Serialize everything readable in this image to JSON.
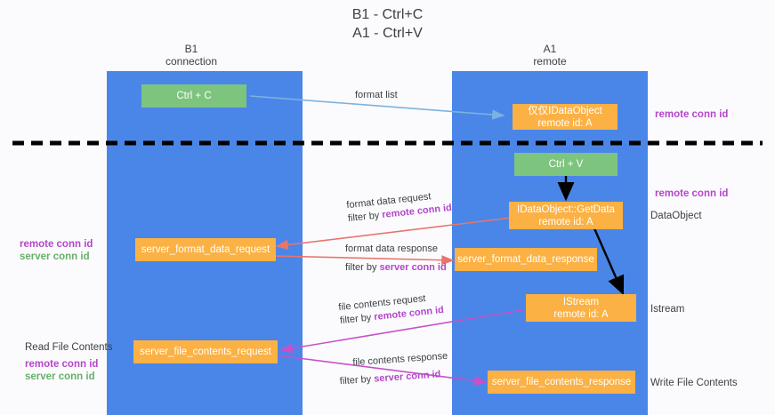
{
  "title": {
    "line1": "B1 - Ctrl+C",
    "line2": "A1 - Ctrl+V"
  },
  "lanes": [
    {
      "name": "B1",
      "sub": "connection"
    },
    {
      "name": "A1",
      "sub": "remote"
    }
  ],
  "colors": {
    "lane": "#4a86e8",
    "green_box": "#7dc47f",
    "orange_box": "#fbb144",
    "purple": "#b347c9",
    "green_text": "#66b06a",
    "arrow_blue": "#7bb3e0",
    "arrow_red": "#e8756b",
    "arrow_magenta": "#c850c8",
    "arrow_black": "#000000",
    "divider": "#000000",
    "background": "#fbfbfd"
  },
  "boxes": {
    "ctrl_c": {
      "line1": "Ctrl + C"
    },
    "ctrl_v": {
      "line1": "Ctrl + V"
    },
    "idataobject": {
      "line1": "仅仅IDataObject",
      "line2": "remote id: A"
    },
    "getdata": {
      "line1": "IDataObject::GetData",
      "line2": "remote id: A"
    },
    "istream": {
      "line1": "IStream",
      "line2": "remote id: A"
    },
    "server_format_data_request": {
      "line1": "server_format_data_request"
    },
    "server_format_data_response": {
      "line1": "server_format_data_response"
    },
    "server_file_contents_request": {
      "line1": "server_file_contents_request"
    },
    "server_file_contents_response": {
      "line1": "server_file_contents_response"
    }
  },
  "arrow_labels": {
    "format_list": "format list",
    "format_data_request": "format data request",
    "format_data_request_filter_pre": "filter by ",
    "format_data_request_filter_key": "remote conn id",
    "format_data_response": "format data response",
    "format_data_response_filter_pre": "filter by ",
    "format_data_response_filter_key": "server conn id",
    "file_contents_request": "file contents request",
    "file_contents_request_filter_pre": "filter by ",
    "file_contents_request_filter_key": "remote conn id",
    "file_contents_response": "file contents response",
    "file_contents_response_filter_pre": "filter by ",
    "file_contents_response_filter_key": "server conn id"
  },
  "side_labels": {
    "right_remote_conn_id_top": "remote conn id",
    "right_remote_conn_id_mid": "remote conn id",
    "right_dataobject": "DataObject",
    "right_istream": "Istream",
    "right_write_file_contents": "Write File Contents",
    "left_remote_conn_id_mid": "remote conn id",
    "left_server_conn_id_mid": "server conn id",
    "left_read_file_contents": "Read File Contents",
    "left_remote_conn_id_bottom": "remote conn id",
    "left_server_conn_id_bottom": "server conn id"
  }
}
